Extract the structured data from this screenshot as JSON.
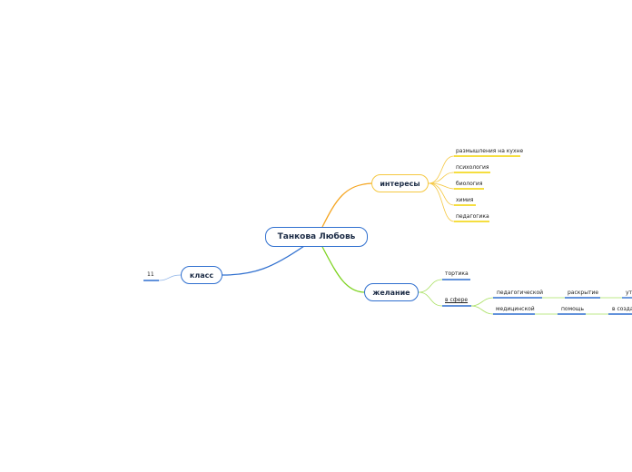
{
  "central": {
    "label": "Танкова Любовь"
  },
  "branches": {
    "interests": {
      "label": "интересы",
      "color": "#f5a623",
      "leaf_color": "#f2d300",
      "items": [
        "размышления на кухне",
        "психология",
        "биология",
        "химия",
        "педагогика"
      ]
    },
    "desire": {
      "label": "желание",
      "color": "#7ed321",
      "leaf_color": "#2f6fcf",
      "items": {
        "tortika": "тортика",
        "sphere": "в сфере",
        "pedagogical": "педагогической",
        "disclosure": "раскрытие",
        "disclosure_tail": "ут",
        "medical": "медицинской",
        "help": "помощь",
        "creation": "в создан"
      }
    },
    "class": {
      "label": "класс",
      "color": "#2f6fcf",
      "items": [
        "11"
      ]
    }
  }
}
